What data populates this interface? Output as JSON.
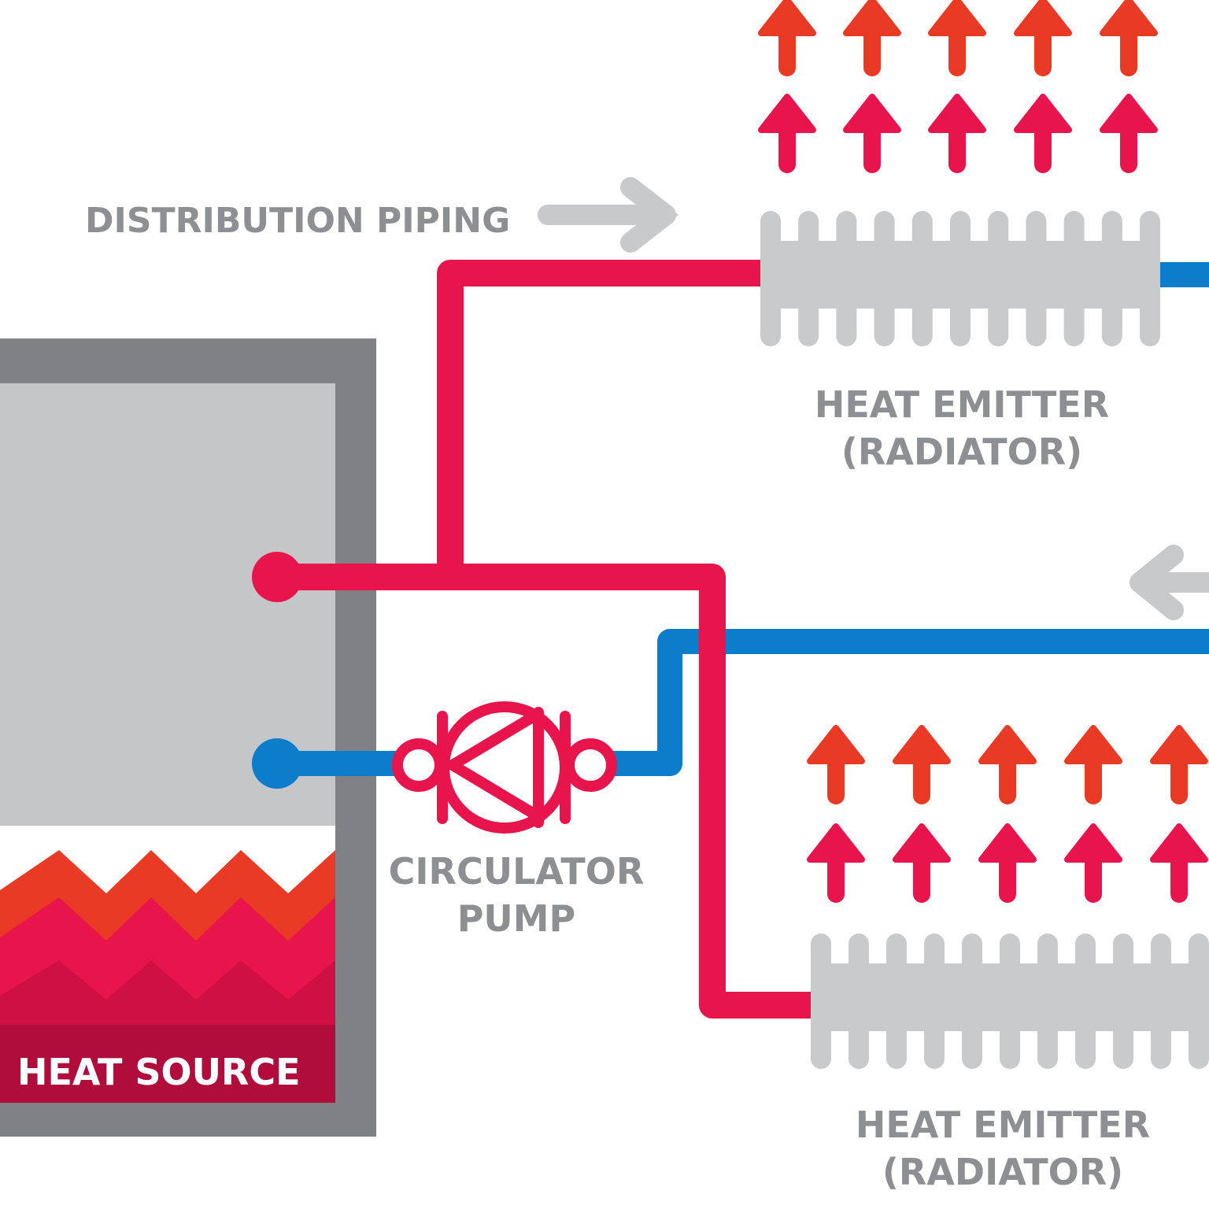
{
  "labels": {
    "distribution_piping": "DISTRIBUTION PIPING",
    "heat_emitter_top": [
      "HEAT EMITTER",
      "(RADIATOR)"
    ],
    "heat_emitter_bottom": [
      "HEAT EMITTER",
      "(RADIATOR)"
    ],
    "circulator_pump": [
      "CIRCULATOR",
      "PUMP"
    ],
    "heat_source": "HEAT SOURCE"
  },
  "colors": {
    "supply_pipe": "#e8154c",
    "return_pipe": "#0b7dca",
    "boiler_frame": "#808184",
    "boiler_body": "#c5c6c8",
    "radiator": "#c9cacc",
    "flow_arrow": "#c8c9cb",
    "label_text": "#8e8f92",
    "heat_arrow_orange": "#e93a25",
    "heat_arrow_pink": "#e8154c",
    "flame_orange": "#e93a25",
    "flame_pink": "#e8154c",
    "flame_crimson": "#cf1045",
    "heat_source_band": "#b00c3c"
  },
  "icons": {
    "flow_arrow": "arrow-right-icon",
    "return_arrow": "arrow-left-icon",
    "heat_arrow": "arrow-up-icon",
    "pump_symbol": "pump-icon",
    "radiator": "radiator-icon",
    "flame": "flame-icon"
  }
}
